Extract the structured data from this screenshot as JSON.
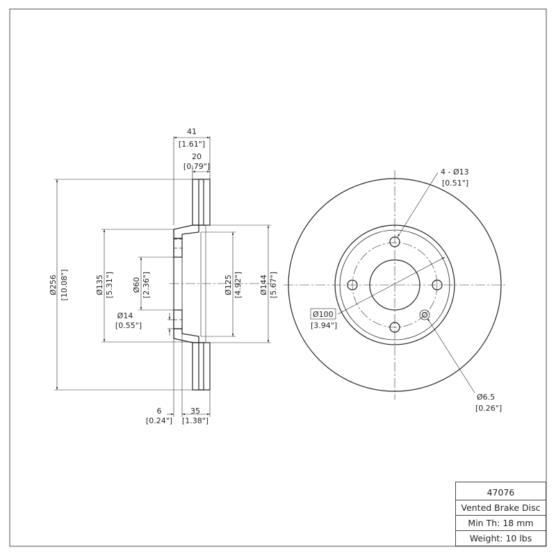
{
  "side_view": {
    "overall_width": {
      "mm": "41",
      "in": "[1.61\"]"
    },
    "disc_thickness": {
      "mm": "20",
      "in": "[0.79\"]"
    },
    "outer_diameter": {
      "mm": "Ø256",
      "in": "[10.08\"]"
    },
    "hat_diameter": {
      "mm": "Ø135",
      "in": "[5.31\"]"
    },
    "center_bore": {
      "mm": "Ø60",
      "in": "[2.36\"]"
    },
    "hole_diameter": {
      "mm": "Ø14",
      "in": "[0.55\"]"
    },
    "inner_diameter": {
      "mm": "Ø125",
      "in": "[4.92\"]"
    },
    "friction_inner": {
      "mm": "Ø144",
      "in": "[5.67\"]"
    },
    "hat_thickness": {
      "mm": "6",
      "in": "[0.24\"]"
    },
    "hat_height": {
      "mm": "35",
      "in": "[1.38\"]"
    }
  },
  "front_view": {
    "bolt_holes": {
      "mm": "4 - Ø13",
      "in": "[0.51\"]"
    },
    "bolt_circle": {
      "mm": "Ø100",
      "in": "[3.94\"]"
    },
    "locating_hole": {
      "mm": "Ø6.5",
      "in": "[0.26\"]"
    }
  },
  "title_block": {
    "part_number": "47076",
    "description": "Vented Brake Disc",
    "min_thickness": "Min Th: 18 mm",
    "weight": "Weight: 10 lbs"
  }
}
